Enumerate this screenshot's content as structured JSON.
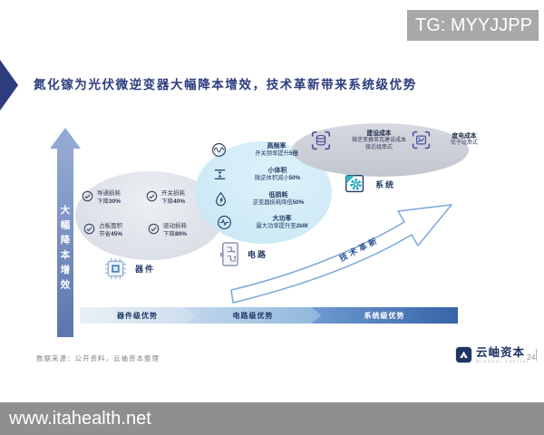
{
  "tg_badge": "TG: MYYJJPP",
  "title": "氮化镓为光伏微逆变器大幅降本增效，技术革新带来系统级优势",
  "axis_label": "大幅降本增效",
  "device": {
    "label": "器件",
    "items": [
      {
        "title": "导通损耗",
        "prefix": "下降",
        "value": "30%"
      },
      {
        "title": "开关损耗",
        "prefix": "下降",
        "value": "40%"
      },
      {
        "title": "占板面积",
        "prefix": "节省",
        "value": "45%"
      },
      {
        "title": "驱动损耗",
        "prefix": "下降",
        "value": "80%"
      }
    ]
  },
  "circuit": {
    "label": "电路",
    "items": [
      {
        "title": "高频率",
        "desc": "开关频率提升",
        "bold": "5倍"
      },
      {
        "title": "小体积",
        "desc": "微逆体积减小",
        "bold": "50%"
      },
      {
        "title": "低损耗",
        "desc": "逆变器损耗降低",
        "bold": "50%"
      },
      {
        "title": "大功率",
        "desc": "最大功率提升至",
        "bold": "2kW"
      }
    ]
  },
  "system": {
    "label": "系统",
    "items": [
      {
        "title": "建设成本",
        "desc": "微逆变器单瓦建设成本\n接近组串式"
      },
      {
        "title": "度电成本",
        "desc": "优于组串式"
      }
    ]
  },
  "tech_arrow_label": "技术革新",
  "stages": [
    {
      "label": "器件级优势"
    },
    {
      "label": "电路级优势"
    },
    {
      "label": "系统级优势"
    }
  ],
  "footer": {
    "source": "数据来源：公开资料，云岫资本整理",
    "logo_cn": "云岫资本",
    "logo_en": "WINSOUL CAPITAL",
    "page": "24"
  },
  "url_bar": "www.itahealth.net",
  "colors": {
    "title_navy": "#2c3c7c",
    "axis_blue": "#6e86b8",
    "circuit_ellipse": "#cde9f6",
    "device_ellipse": "#dfe3e9",
    "system_ellipse": "#c9cdd5",
    "stage1": "#dce6f2",
    "stage2": "#a9c6e5",
    "stage3": "#3f6cab",
    "accent_indigo": "#4a4fa0",
    "gear_teal": "#1ba8b8",
    "watermark_gray": "#8f8f8f"
  }
}
